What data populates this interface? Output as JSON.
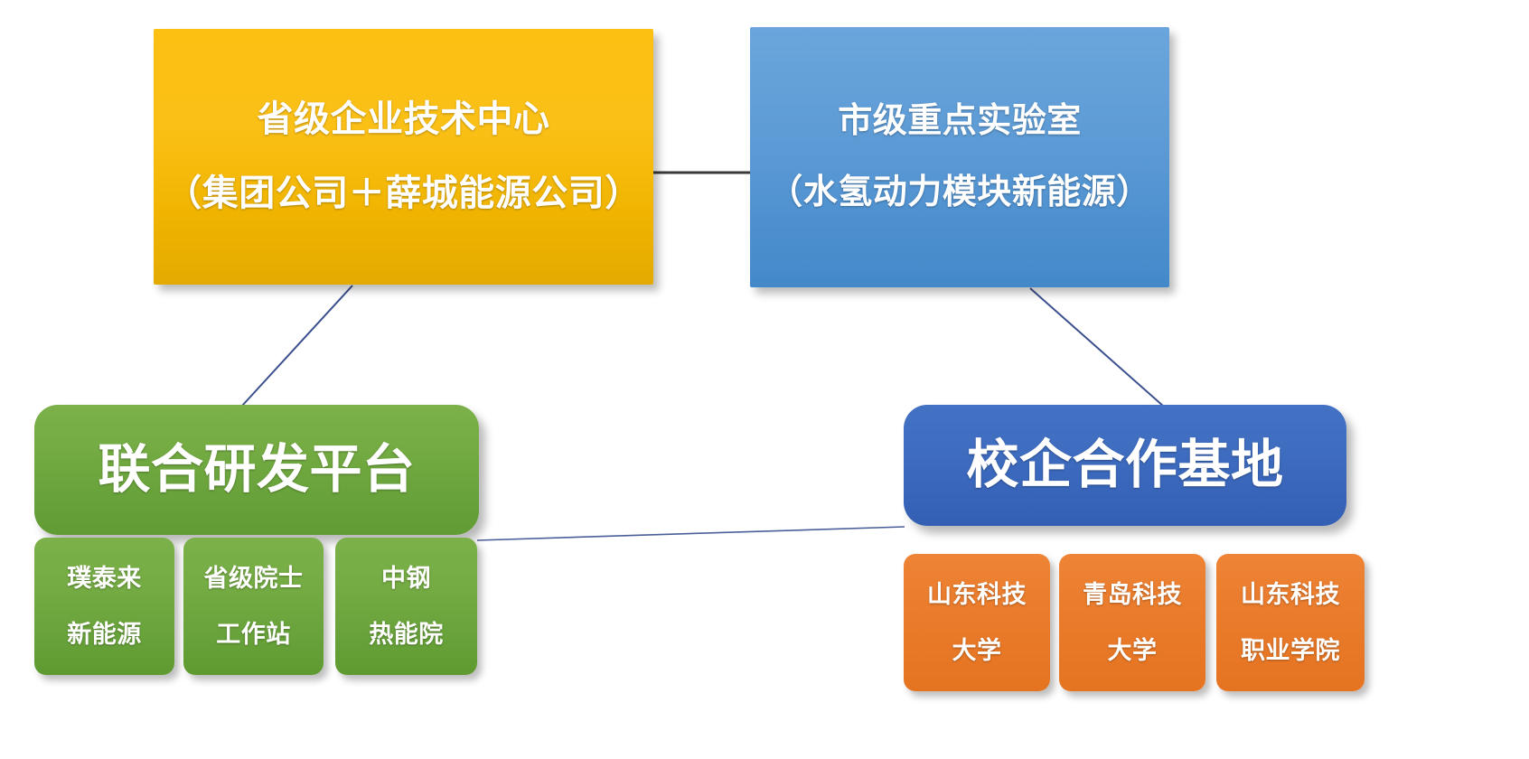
{
  "diagram": {
    "background_color": "#ffffff",
    "nodes": {
      "provincial_center": {
        "line1": "省级企业技术中心",
        "line2": "（集团公司＋薛城能源公司）",
        "color": "#fbc016"
      },
      "municipal_lab": {
        "line1": "市级重点实验室",
        "line2": "（水氢动力模块新能源）",
        "color": "#5e9cd6"
      },
      "joint_rd_platform": {
        "label": "联合研发平台",
        "color": "#70a93f"
      },
      "school_enterprise_base": {
        "label": "校企合作基地",
        "color": "#3f6dc0"
      }
    },
    "joint_rd_children": [
      {
        "line1": "璞泰来",
        "line2": "新能源",
        "color": "#70a93f"
      },
      {
        "line1": "省级院士",
        "line2": "工作站",
        "color": "#70a93f"
      },
      {
        "line1": "中钢",
        "line2": "热能院",
        "color": "#70a93f"
      }
    ],
    "school_base_children": [
      {
        "line1": "山东科技",
        "line2": "大学",
        "color": "#ea7c2c"
      },
      {
        "line1": "青岛科技",
        "line2": "大学",
        "color": "#ea7c2c"
      },
      {
        "line1": "山东科技",
        "line2": "职业学院",
        "color": "#ea7c2c"
      }
    ],
    "connectors": {
      "top_horizontal_color": "#3a3a3a",
      "diagonal_color": "#3b4f8f",
      "bottom_horizontal_color": "#4a5f9a"
    }
  }
}
